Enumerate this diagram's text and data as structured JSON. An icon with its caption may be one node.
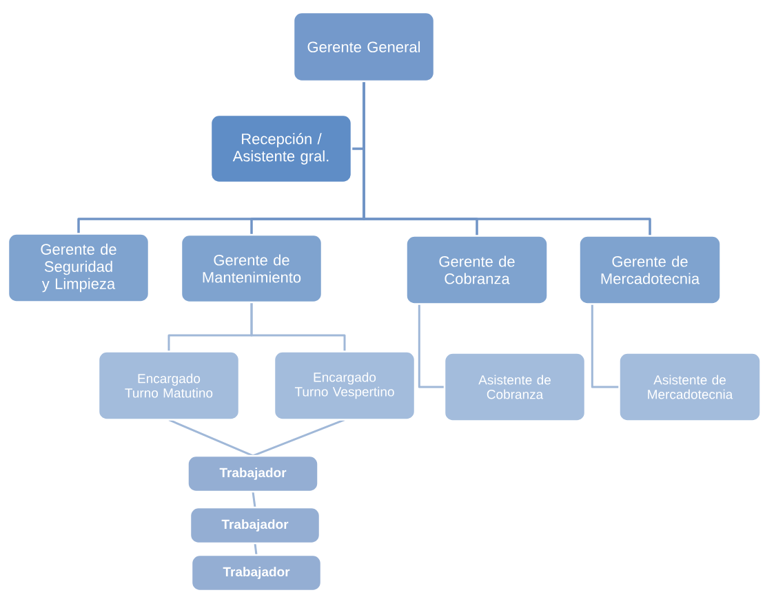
{
  "diagram": {
    "nodes": [
      {
        "text": [
          "Gerente General"
        ]
      },
      {
        "text": [
          "Recepción / Asistente gral."
        ]
      },
      {
        "text": [
          "Gerente de Seguridad y Limpieza"
        ]
      },
      {
        "text": [
          "Gerente de Mantenimiento"
        ]
      },
      {
        "text": [
          "Gerente de Cobranza"
        ]
      },
      {
        "text": [
          "Gerente de Mercadotecnia"
        ]
      },
      {
        "text": [
          "Encargado Turno Matutino"
        ]
      },
      {
        "text": [
          "Encargado Turno Vespertino"
        ]
      },
      {
        "text": [
          "Asistente de Cobranza"
        ]
      },
      {
        "text": [
          "Asistente de Mercadotecnia"
        ]
      },
      {
        "text": [
          "Trabajador"
        ]
      },
      {
        "text": [
          "Trabajador"
        ]
      },
      {
        "text": [
          "Trabajador"
        ]
      }
    ],
    "edges": [
      {
        "from": 0,
        "to": 1,
        "arrow": "none"
      },
      {
        "from": 0,
        "to": 2,
        "arrow": "none"
      },
      {
        "from": 0,
        "to": 3,
        "arrow": "none"
      },
      {
        "from": 0,
        "to": 4,
        "arrow": "none"
      },
      {
        "from": 0,
        "to": 5,
        "arrow": "none"
      },
      {
        "from": 3,
        "to": 6,
        "arrow": "none"
      },
      {
        "from": 3,
        "to": 7,
        "arrow": "none"
      },
      {
        "from": 4,
        "to": 8,
        "arrow": "none"
      },
      {
        "from": 5,
        "to": 9,
        "arrow": "none"
      },
      {
        "from": 6,
        "to": 10,
        "arrow": "none"
      },
      {
        "from": 7,
        "to": 10,
        "arrow": "none"
      },
      {
        "from": 10,
        "to": 11,
        "arrow": "none"
      },
      {
        "from": 11,
        "to": 12,
        "arrow": "none"
      }
    ]
  }
}
